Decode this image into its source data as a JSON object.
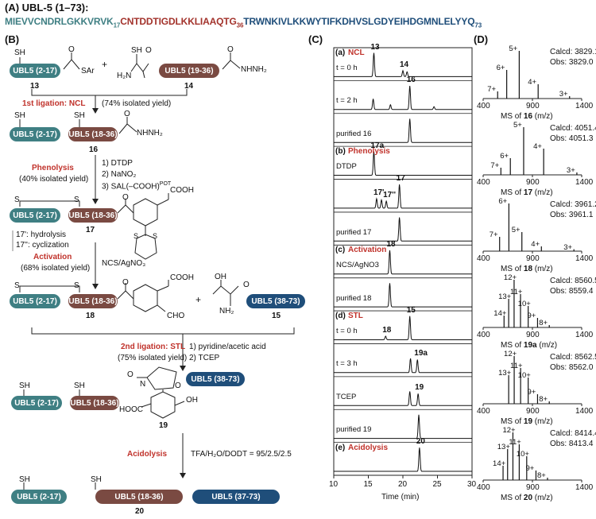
{
  "panelA": {
    "label": "(A) UBL-5 (1–73):",
    "seq1": "MIEVVCNDRLGKKVRVK",
    "sub1": "17",
    "seq2": "CNTDDTIGDLKKLIAAQTG",
    "sub2": "36",
    "seq3": "TRWNKIVLKKWYTIFKDHVSLGDYEIHDGMNLELYYQ",
    "sub3": "73"
  },
  "panelB": {
    "label": "(B)",
    "frags": {
      "f2_17": "UBL5 (2-17)",
      "f19_36": "UBL5 (19-36)",
      "f18_36": "UBL5 (18-36)",
      "f38_73": "UBL5 (38-73)",
      "f37_73": "UBL5 (37-73)"
    },
    "groups": {
      "sh": "SH",
      "sar": "SAr",
      "h2n": "H₂N",
      "nhnh2": "NHNH₂",
      "nh2": "NH₂",
      "cooh": "COOH",
      "hooc": "HOOC",
      "oh": "OH",
      "o": "O",
      "s": "S",
      "n": "N",
      "cho": "CHO",
      "plus": "+"
    },
    "compounds": {
      "c13": "13",
      "c14": "14",
      "c16": "16",
      "c17": "17",
      "c18": "18",
      "c15": "15",
      "c19": "19",
      "c20": "20"
    },
    "steps": {
      "ncl_title": "1st ligation: NCL",
      "ncl_yield": "(74% isolated yield)",
      "phen_title": "Phenolysis",
      "phen_yield": "(40% isolated yield)",
      "phen_r1": "1) DTDP",
      "phen_r2": "2) NaNO₂",
      "phen_r3": "3) SAL(–COOH)",
      "phen_r3_sup": "POT",
      "note1": "17': hydrolysis",
      "note2": "17'': cyclization",
      "act_title": "Activation",
      "act_yield": "(68% isolated yield)",
      "act_r": "NCS/AgNO₃",
      "stl_title": "2nd ligation: STL",
      "stl_yield": "(75% isolated yield)",
      "stl_r1": "1) pyridine/acetic acid",
      "stl_r2": "2) TCEP",
      "acid_title": "Acidolysis",
      "acid_r": "TFA/H₂O/DODT = 95/2.5/2.5"
    }
  },
  "panelC": {
    "label": "(C)",
    "rows": [
      {
        "head": "(a)",
        "head_red": "NCL",
        "name": "t = 0 h",
        "peaks": [
          {
            "t": 15.8,
            "h": 1.0,
            "label": "13"
          },
          {
            "t": 20.0,
            "h": 0.25,
            "label": "14"
          },
          {
            "t": 20.6,
            "h": 0.2,
            "label": ""
          }
        ]
      },
      {
        "head": "",
        "head_red": "",
        "name": "t = 2 h",
        "peaks": [
          {
            "t": 15.7,
            "h": 0.45,
            "label": ""
          },
          {
            "t": 18.2,
            "h": 0.2,
            "label": ""
          },
          {
            "t": 21.0,
            "h": 1.0,
            "label": "16"
          },
          {
            "t": 24.5,
            "h": 0.12,
            "label": ""
          }
        ]
      },
      {
        "head": "",
        "head_red": "",
        "name": "purified 16",
        "peaks": [
          {
            "t": 21.0,
            "h": 1.0,
            "label": ""
          }
        ]
      },
      {
        "head": "(b)",
        "head_red": "Phenolysis",
        "name": "DTDP",
        "peaks": [
          {
            "t": 15.8,
            "h": 1.0,
            "label": "17a"
          }
        ]
      },
      {
        "head": "",
        "head_red": "",
        "name": "",
        "peaks": [
          {
            "t": 16.2,
            "h": 0.4,
            "label": "17'"
          },
          {
            "t": 16.9,
            "h": 0.35,
            "label": ""
          },
          {
            "t": 17.6,
            "h": 0.3,
            "label": "17''"
          },
          {
            "t": 19.5,
            "h": 1.0,
            "label": "17"
          }
        ]
      },
      {
        "head": "",
        "head_red": "",
        "name": "purified 17",
        "peaks": [
          {
            "t": 19.5,
            "h": 1.0,
            "label": ""
          }
        ]
      },
      {
        "head": "(c)",
        "head_red": "Activation",
        "name": "NCS/AgNO3",
        "peaks": [
          {
            "t": 18.1,
            "h": 1.0,
            "label": "18"
          }
        ]
      },
      {
        "head": "",
        "head_red": "",
        "name": "purified 18",
        "peaks": [
          {
            "t": 18.1,
            "h": 1.0,
            "label": ""
          }
        ]
      },
      {
        "head": "(d)",
        "head_red": "STL",
        "name": "t = 0 h",
        "peaks": [
          {
            "t": 17.5,
            "h": 0.15,
            "label": "18"
          },
          {
            "t": 21.0,
            "h": 1.0,
            "label": "15"
          }
        ]
      },
      {
        "head": "",
        "head_red": "",
        "name": "t = 3 h",
        "peaks": [
          {
            "t": 21.1,
            "h": 0.6,
            "label": ""
          },
          {
            "t": 22.1,
            "h": 0.55,
            "label": "19a"
          }
        ]
      },
      {
        "head": "",
        "head_red": "",
        "name": "TCEP",
        "peaks": [
          {
            "t": 21.0,
            "h": 0.6,
            "label": ""
          },
          {
            "t": 22.2,
            "h": 0.5,
            "label": "19"
          }
        ]
      },
      {
        "head": "",
        "head_red": "",
        "name": "purified 19",
        "peaks": [
          {
            "t": 22.3,
            "h": 1.0,
            "label": ""
          }
        ]
      },
      {
        "head": "(e)",
        "head_red": "Acidolysis",
        "name": "",
        "peaks": [
          {
            "t": 22.4,
            "h": 1.0,
            "label": "20"
          }
        ]
      }
    ],
    "xticks": [
      "10",
      "15",
      "20",
      "25",
      "30"
    ],
    "xlabel": "Time (min)",
    "xrange": [
      10,
      30
    ]
  },
  "panelD": {
    "label": "(D)",
    "xticks": [
      "400",
      "900",
      "1400"
    ],
    "xrange": [
      400,
      1400
    ],
    "spectra": [
      {
        "calcd": "Calcd: 3829.1",
        "obs": "Obs: 3829.0",
        "xlabel_pre": "MS of",
        "xlabel_id": "16",
        "xlabel_post": "(m/z)",
        "peaks": [
          {
            "mz": 547,
            "h": 0.15,
            "label": "7+"
          },
          {
            "mz": 639,
            "h": 0.6,
            "label": "6+"
          },
          {
            "mz": 766,
            "h": 1.0,
            "label": "5+"
          },
          {
            "mz": 958,
            "h": 0.3,
            "label": "4+"
          },
          {
            "mz": 1277,
            "h": 0.05,
            "label": "3+"
          }
        ]
      },
      {
        "calcd": "Calcd: 4051.4",
        "obs": "Obs: 4051.3",
        "xlabel_pre": "MS of",
        "xlabel_id": "17",
        "xlabel_post": "(m/z)",
        "peaks": [
          {
            "mz": 580,
            "h": 0.15,
            "label": "7+"
          },
          {
            "mz": 676,
            "h": 0.35,
            "label": "6+"
          },
          {
            "mz": 811,
            "h": 1.0,
            "label": "5+"
          },
          {
            "mz": 1014,
            "h": 0.55,
            "label": "4+"
          },
          {
            "mz": 1351,
            "h": 0.05,
            "label": "3+"
          }
        ]
      },
      {
        "calcd": "Calcd: 3961.2",
        "obs": "Obs: 3961.1",
        "xlabel_pre": "MS of",
        "xlabel_id": "18",
        "xlabel_post": "(m/z)",
        "peaks": [
          {
            "mz": 567,
            "h": 0.3,
            "label": "7+"
          },
          {
            "mz": 661,
            "h": 1.0,
            "label": "6+"
          },
          {
            "mz": 793,
            "h": 0.4,
            "label": "5+"
          },
          {
            "mz": 991,
            "h": 0.1,
            "label": "4+"
          },
          {
            "mz": 1321,
            "h": 0.04,
            "label": "3+"
          }
        ]
      },
      {
        "calcd": "Calcd: 8560.5",
        "obs": "Obs: 8559.4",
        "xlabel_pre": "MS of",
        "xlabel_id": "19a",
        "xlabel_post": "(m/z)",
        "peaks": [
          {
            "mz": 612,
            "h": 0.25,
            "label": "14+"
          },
          {
            "mz": 659,
            "h": 0.6,
            "label": "13+"
          },
          {
            "mz": 714,
            "h": 1.0,
            "label": "12+"
          },
          {
            "mz": 779,
            "h": 0.7,
            "label": "11+"
          },
          {
            "mz": 857,
            "h": 0.45,
            "label": "10+"
          },
          {
            "mz": 952,
            "h": 0.2,
            "label": "9+"
          },
          {
            "mz": 1071,
            "h": 0.05,
            "label": "8+"
          }
        ]
      },
      {
        "calcd": "Calcd: 8562.5",
        "obs": "Obs: 8562.0",
        "xlabel_pre": "MS of",
        "xlabel_id": "19",
        "xlabel_post": "(m/z)",
        "peaks": [
          {
            "mz": 659,
            "h": 0.6,
            "label": "13+"
          },
          {
            "mz": 715,
            "h": 1.0,
            "label": "12+"
          },
          {
            "mz": 780,
            "h": 0.75,
            "label": "11+"
          },
          {
            "mz": 857,
            "h": 0.55,
            "label": "10+"
          },
          {
            "mz": 952,
            "h": 0.2,
            "label": "9+"
          },
          {
            "mz": 1071,
            "h": 0.05,
            "label": "8+"
          }
        ]
      },
      {
        "calcd": "Calcd: 8414.4",
        "obs": "Obs: 8413.4",
        "xlabel_pre": "MS of",
        "xlabel_id": "20",
        "xlabel_post": "(m/z)",
        "peaks": [
          {
            "mz": 602,
            "h": 0.3,
            "label": "14+"
          },
          {
            "mz": 648,
            "h": 0.65,
            "label": "13+"
          },
          {
            "mz": 702,
            "h": 1.0,
            "label": "12+"
          },
          {
            "mz": 766,
            "h": 0.75,
            "label": "11+"
          },
          {
            "mz": 842,
            "h": 0.5,
            "label": "10+"
          },
          {
            "mz": 936,
            "h": 0.2,
            "label": "9+"
          },
          {
            "mz": 1053,
            "h": 0.05,
            "label": "8+"
          }
        ]
      }
    ]
  },
  "colors": {
    "teal": "#3f7f83",
    "brown": "#7a4a42",
    "navy": "#1f4e7a",
    "red": "#c0322b",
    "gray_seq": "#7a7a7a"
  }
}
